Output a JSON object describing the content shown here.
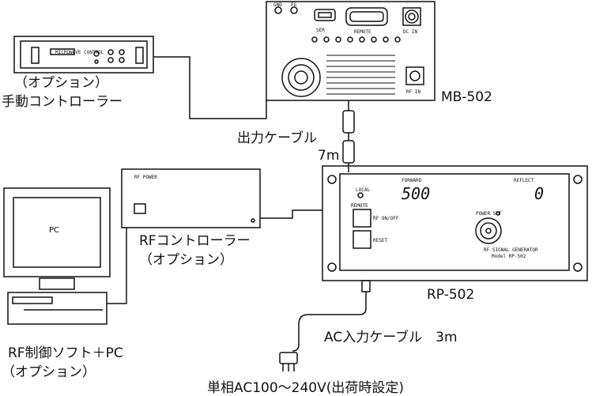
{
  "labels": {
    "manual_controller": [
      "（オプション）",
      "手動コントローラー"
    ],
    "mb_unit": "MB-502",
    "output_cable": [
      "出力ケーブル",
      "7m"
    ],
    "rf_controller": [
      "RFコントローラー",
      "（オプション）"
    ],
    "rp_unit": "RP-502",
    "ac_cable": "AC入力ケーブル　3m",
    "pc_software": [
      "RF制御ソフト＋PC",
      "（オプション）"
    ],
    "power_supply": "単相AC100～240V(出荷時設定)",
    "pc_screen": "PC"
  },
  "mb_panel": {
    "gnd": "GND",
    "fg": "FG",
    "ser": "SER",
    "remote": "REMOTE",
    "dc_in": "DC IN",
    "rf_in": "RF IN"
  },
  "rp_panel": {
    "forward": "FORWARD",
    "reflect": "REFLECT",
    "forward_value": "500",
    "reflect_value": "0",
    "local": "LOCAL",
    "remote": "REMOTE",
    "rf_on": "RF ON/OFF",
    "reset": "RESET",
    "power_set": "POWER SET",
    "brand": "RF SIGNAL GENERATOR",
    "model": "Model RP-502"
  },
  "controller": {
    "display": "MICROWAVE CONTROL",
    "label": "RF POWER"
  }
}
